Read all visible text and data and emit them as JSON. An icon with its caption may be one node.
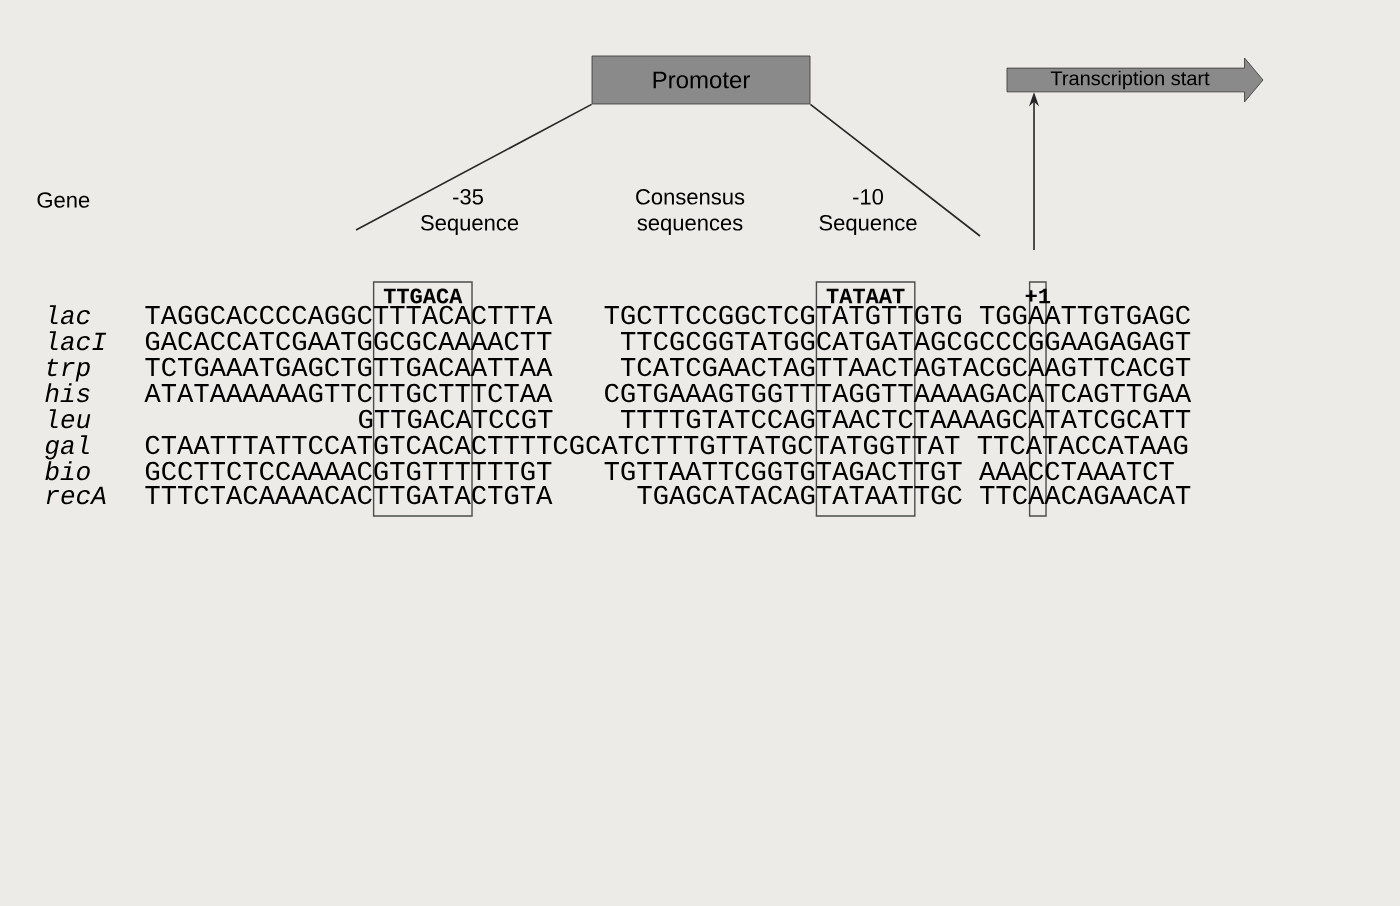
{
  "diagram": {
    "nodes": [
      {
        "text": [
          "Promoter"
        ]
      },
      {
        "text": [
          "Transcription start"
        ]
      }
    ],
    "edges": [
      {
        "from": 0,
        "to": null,
        "arrow": "none"
      },
      {
        "from": 0,
        "to": null,
        "arrow": "none"
      },
      {
        "from": null,
        "to": 1,
        "arrow": "to"
      }
    ],
    "labels": [
      "Gene",
      "-35 Sequence",
      "Consensus sequences",
      "-10 Sequence",
      "TTGACA",
      "TATAAT",
      "+1",
      "lac",
      "TAGGCACCCCAGGCTTTACACTTTA",
      "TGCTTCCGGCTCGTATGTTGTG TGGAATTGTGAGC",
      "lacI",
      "GACACCATCGAATGGCGCAAAACTT",
      "TTCGCGGTATGGCATGATAGCGCCCGGAAGAGAGT",
      "trp",
      "TCTGAAATGAGCTGTTGACAATTAA",
      "TCATCGAACTAGTTAACTAGTACGCAAGTTCACGT",
      "his",
      "ATATAAAAAAGTTCTTGCTTTCTAA",
      "CGTGAAAGTGGTTTAGGTTAAAAGACATCAGTTGAA",
      "leu",
      "GTTGACATCCGT",
      "TTTTGTATCCAGTAACTCTAAAAGCATATCGCATT",
      "gal",
      "CTAATTTATTCCATGTCACACTTTTCGCATCTTTGTTATGCTATGGTTAT  TTCATACCATAAG",
      "bio",
      "GCCTTCTCCAAAACGTGTTTTTTGT",
      "TGTTAATTCGGTGTAGACTTGT  AAACCTAAATCT",
      "recA",
      "TTTCTACAAAACACTTGATACTGTA",
      "TGAGCATACAGTATAATTGC TTCAACAGAACAT"
    ]
  }
}
